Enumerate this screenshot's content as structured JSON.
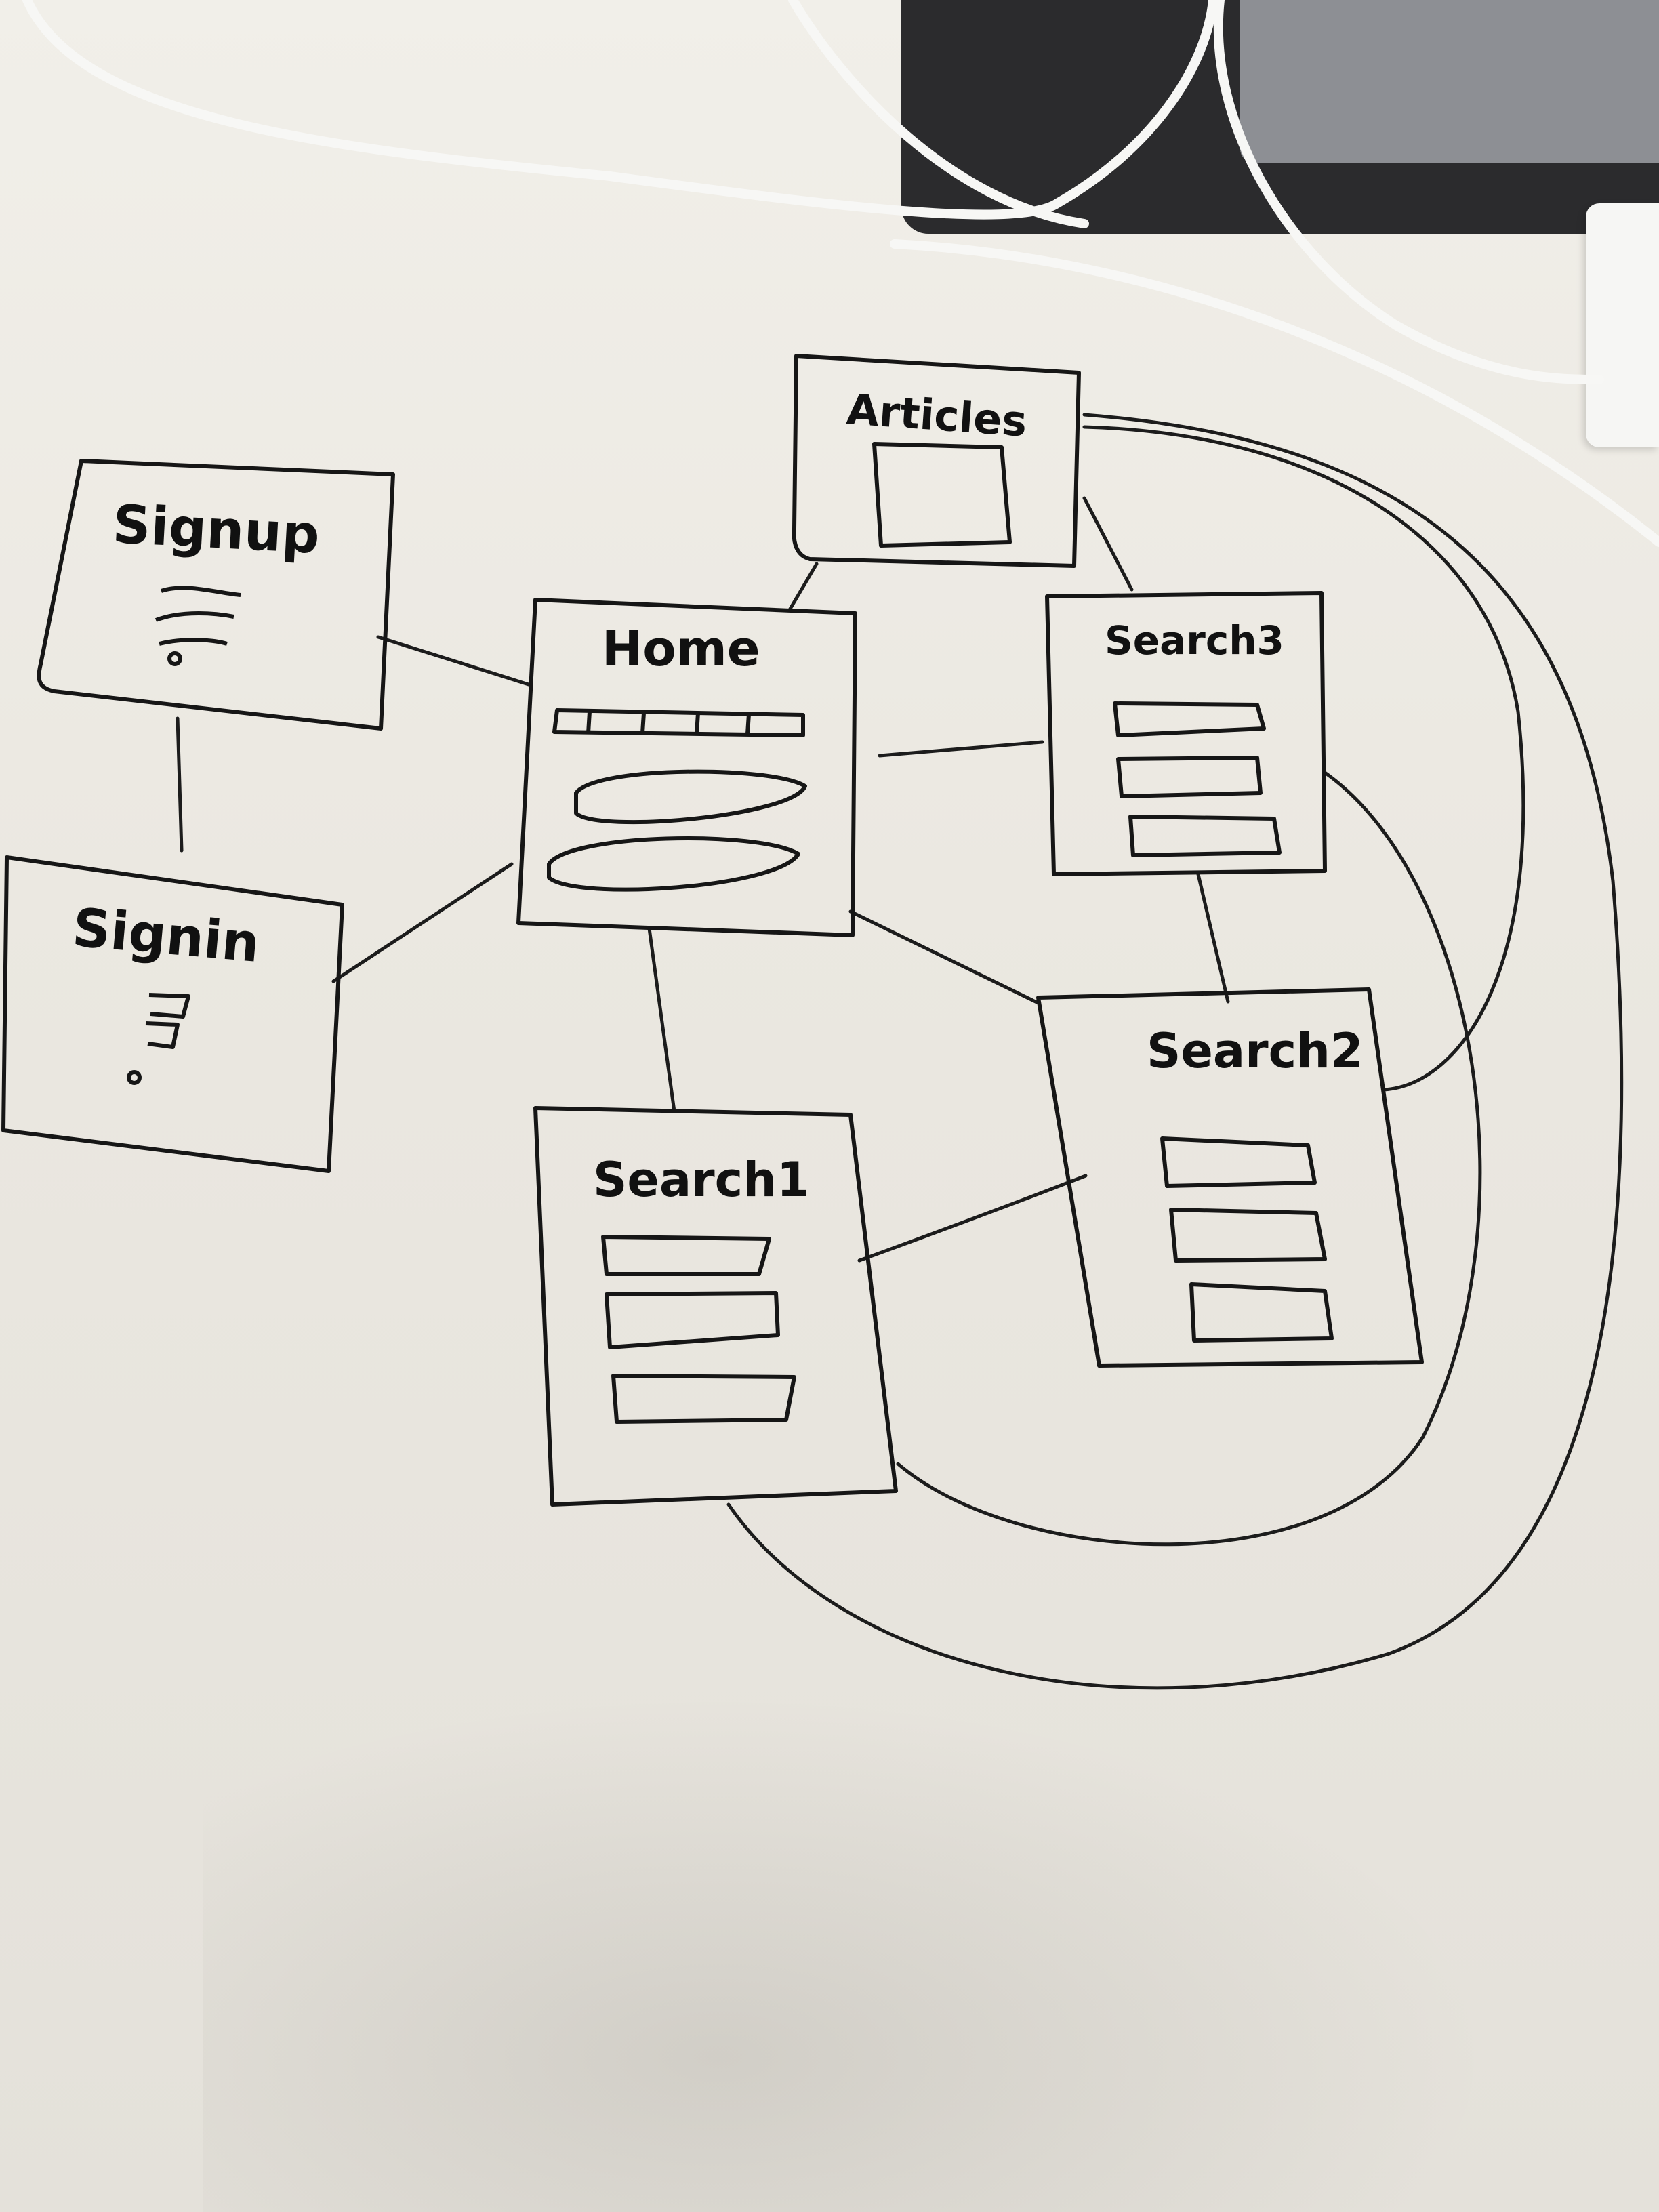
{
  "screens": {
    "signup": {
      "title": "Signup"
    },
    "signin": {
      "title": "Signin"
    },
    "home": {
      "title": "Home"
    },
    "articles": {
      "title": "Articles"
    },
    "search1": {
      "title": "Search1"
    },
    "search2": {
      "title": "Search2"
    },
    "search3": {
      "title": "Search3"
    }
  },
  "connections": [
    [
      "signup",
      "home"
    ],
    [
      "signup",
      "signin"
    ],
    [
      "signin",
      "home"
    ],
    [
      "home",
      "articles"
    ],
    [
      "home",
      "search3"
    ],
    [
      "home",
      "search2"
    ],
    [
      "home",
      "search1"
    ],
    [
      "search3",
      "articles"
    ],
    [
      "search3",
      "search2"
    ],
    [
      "search2",
      "search1"
    ],
    [
      "search2",
      "articles"
    ],
    [
      "search1",
      "articles"
    ],
    [
      "search3",
      "search1"
    ]
  ],
  "colors": {
    "ink": "#161616",
    "board": "#ece9e2"
  }
}
